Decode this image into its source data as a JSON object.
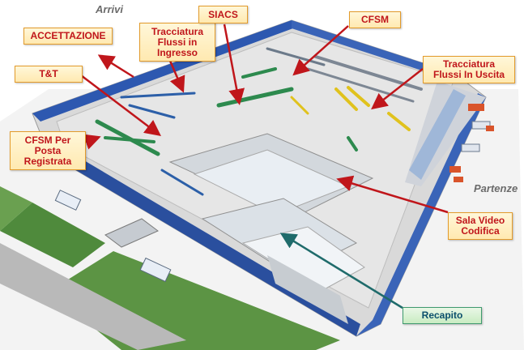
{
  "labels": {
    "accettazione": "ACCETTAZIONE",
    "tt": "T&T",
    "cfsm_posta": "CFSM Per\nPosta\nRegistrata",
    "tracciatura_ingresso": "Tracciatura\nFlussi in\nIngresso",
    "siacs": "SIACS",
    "cfsm": "CFSM",
    "tracciatura_uscita": "Tracciatura\nFlussi In Uscita",
    "sala_video": "Sala Video\nCodifica",
    "recapito": "Recapito"
  },
  "areas": {
    "arrivi": "Arrivi",
    "partenze": "Partenze"
  },
  "colors": {
    "label_text": "#c0161b",
    "label_border": "#e39b2b",
    "arrow_red": "#c0161b",
    "arrow_teal": "#1f6b6b"
  }
}
